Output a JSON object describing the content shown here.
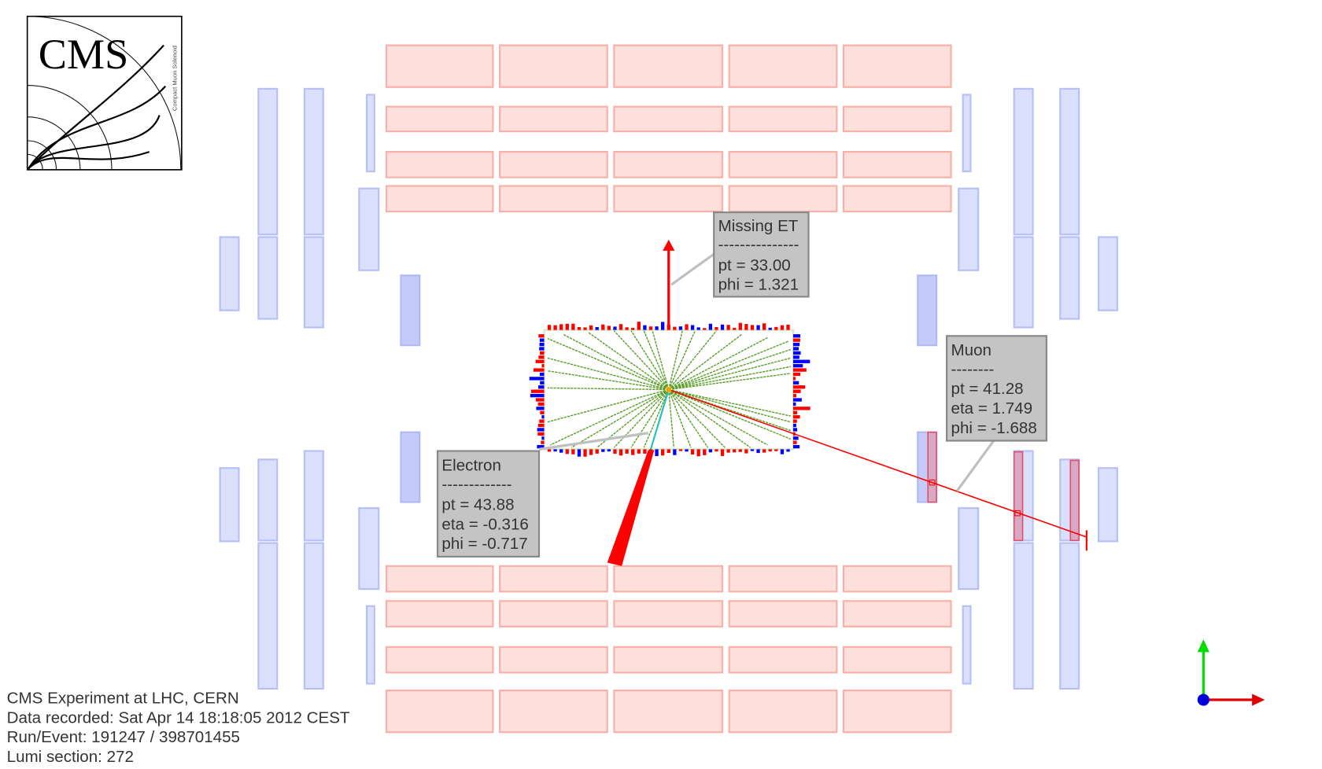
{
  "logo": {
    "title": "CMS",
    "subtitle": "Compact Muon Solenoid"
  },
  "info": {
    "line1": "CMS Experiment at LHC, CERN",
    "line2": "Data recorded: Sat Apr 14 18:18:05 2012 CEST",
    "line3": "Run/Event: 191247 / 398701455",
    "line4": "Lumi section: 272"
  },
  "labels": {
    "met": {
      "title": "Missing ET",
      "sep": "---------------",
      "pt": "pt  = 33.00",
      "phi": "phi = 1.321"
    },
    "muon": {
      "title": "Muon",
      "sep": "--------",
      "pt": "pt   = 41.28",
      "eta": "eta = 1.749",
      "phi": "phi = -1.688"
    },
    "electron": {
      "title": "Electron",
      "sep": "-------------",
      "pt": "pt  = 43.88",
      "eta": "eta = -0.316",
      "phi": "phi = -0.717"
    }
  },
  "colors": {
    "track": "#5a9e2a",
    "energy_red": "#ff0000",
    "energy_blue": "#0000ff",
    "axis_x": "#e00000",
    "axis_y": "#00dd00",
    "axis_z": "#0000dd"
  }
}
